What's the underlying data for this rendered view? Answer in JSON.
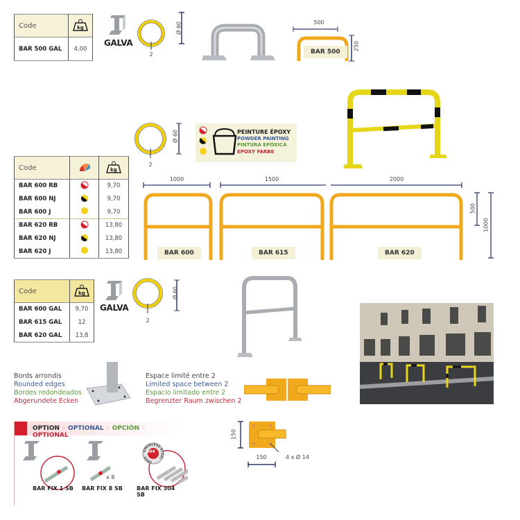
{
  "section1": {
    "table": {
      "header": {
        "code": "Code",
        "weight_icon": "kg-weight-icon"
      },
      "rows": [
        {
          "code": "BAR 500 GAL",
          "weight": "4,00"
        }
      ]
    },
    "finish_label": "GALVA",
    "tube_diameter": "Ø 60",
    "tube_thickness": "2",
    "width_dim": "500",
    "height_dim": "250",
    "model_label": "BAR 500"
  },
  "section2": {
    "table": {
      "header": {
        "code": "Code",
        "color_icon": "color-palette-icon",
        "weight_icon": "kg-weight-icon"
      },
      "rows": [
        {
          "code": "BAR 600 RB",
          "color": "red-white",
          "weight": "9,70"
        },
        {
          "code": "BAR 600 NJ",
          "color": "black-yellow",
          "weight": "9,70"
        },
        {
          "code": "BAR 600 J",
          "color": "yellow",
          "weight": "9,70"
        },
        {
          "code": "BAR 620 RB",
          "color": "red-white",
          "weight": "13,80"
        },
        {
          "code": "BAR 620 NJ",
          "color": "black-yellow",
          "weight": "13,80"
        },
        {
          "code": "BAR 620 J",
          "color": "yellow",
          "weight": "13,80"
        }
      ]
    },
    "tube_diameter": "Ø 60",
    "tube_thickness": "2",
    "paint": {
      "fr": "PEINTURE ÉPOXY",
      "en": "POWDER PAINTING",
      "es": "PINTURA EPOXICA",
      "de": "EPOXY FARBE"
    },
    "widths": [
      "1000",
      "1500",
      "2000"
    ],
    "models": [
      "BAR 600",
      "BAR 615",
      "BAR 620"
    ],
    "height_dims": [
      "500",
      "1000"
    ]
  },
  "section3": {
    "table": {
      "header": {
        "code": "Code",
        "weight_icon": "kg-weight-icon"
      },
      "rows": [
        {
          "code": "BAR 600 GAL",
          "weight": "9,70"
        },
        {
          "code": "BAR 615 GAL",
          "weight": "12"
        },
        {
          "code": "BAR 620 GAL",
          "weight": "13,8"
        }
      ]
    },
    "finish_label": "GALVA",
    "tube_diameter": "Ø 60",
    "tube_thickness": "2"
  },
  "rounded_edges": {
    "fr": "Bords arrondis",
    "en": "Rounded edges",
    "es": "Bordes redondeados",
    "de": "Abgerundete Ecken"
  },
  "limited_space": {
    "fr": "Espace limité entre 2",
    "en": "Limited space between 2",
    "es": "Espacio limitado entre 2",
    "de": "Begrenzter Raum zwischen 2"
  },
  "plate": {
    "height": "150",
    "width": "150",
    "holes": "4 x Ø 14"
  },
  "options": {
    "header": [
      "OPTION",
      "OPTIONAL",
      "OPCIÓN",
      "OPTIONAL"
    ],
    "items": [
      {
        "code": "BAR FIX 1 SB"
      },
      {
        "code": "BAR FIX 8 SB",
        "qty": "x 8"
      },
      {
        "code": "BAR FIX 304 SB",
        "badge": "304",
        "badge_ring": "INOX · STAINLESS STEEL"
      }
    ]
  },
  "colors": {
    "yellow": "#f2d21a",
    "orange": "#f0a81c",
    "dim_line": "#2c3a6b",
    "header_bg": "#f6f2d8",
    "red": "#d4202c"
  }
}
